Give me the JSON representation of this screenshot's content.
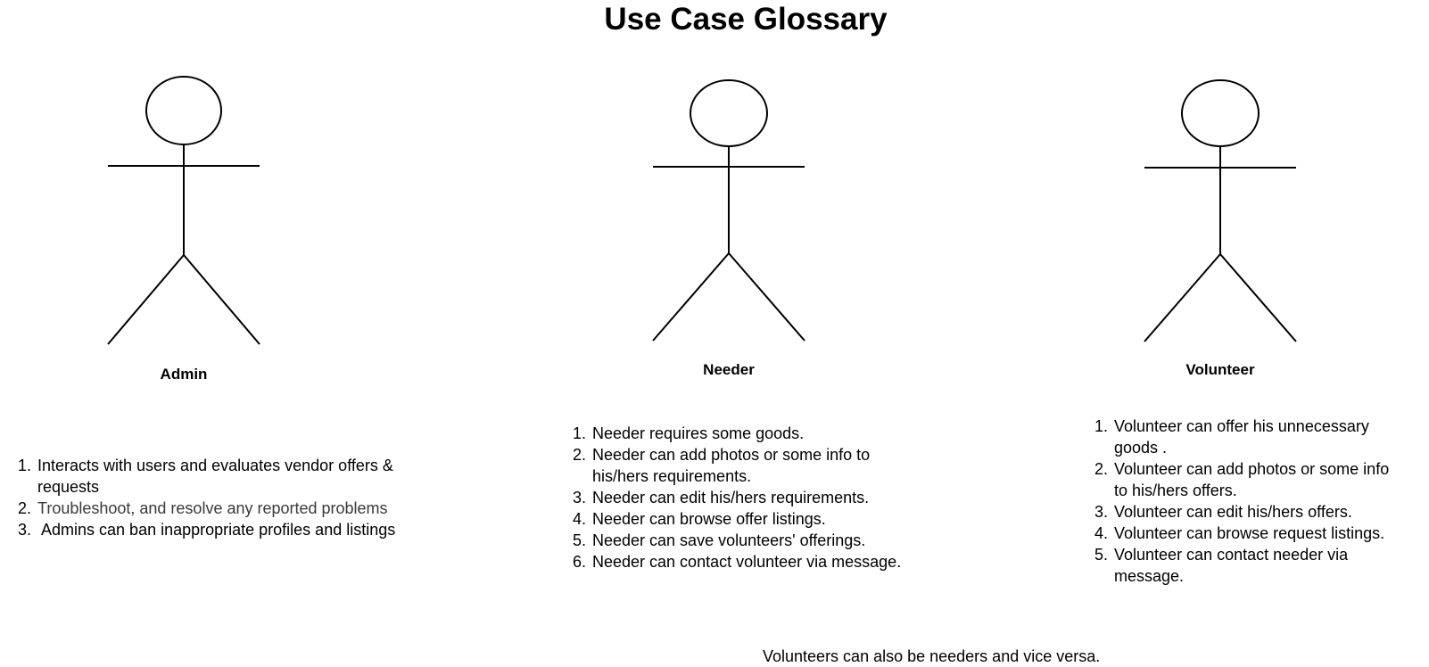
{
  "title": "Use Case Glossary",
  "actors": [
    {
      "name": "Admin",
      "items": [
        {
          "num": "1.",
          "lines": [
            "Interacts with users and evaluates vendor offers &",
            "requests"
          ]
        },
        {
          "num": "2.",
          "lines": [
            "Troubleshoot, and resolve any reported problems"
          ]
        },
        {
          "num": "3.",
          "lines": [
            " Admins can ban inappropriate profiles and listings"
          ]
        }
      ]
    },
    {
      "name": "Needer",
      "items": [
        {
          "num": "1.",
          "lines": [
            "Needer requires some goods."
          ]
        },
        {
          "num": "2.",
          "lines": [
            "Needer can add photos or some info to",
            "his/hers requirements."
          ]
        },
        {
          "num": "3.",
          "lines": [
            "Needer can edit his/hers requirements."
          ]
        },
        {
          "num": "4.",
          "lines": [
            "Needer can browse offer listings."
          ]
        },
        {
          "num": "5.",
          "lines": [
            "Needer can save volunteers' offerings."
          ]
        },
        {
          "num": "6.",
          "lines": [
            "Needer can contact volunteer via message."
          ]
        }
      ]
    },
    {
      "name": "Volunteer",
      "items": [
        {
          "num": "1.",
          "lines": [
            "Volunteer can offer his unnecessary",
            "goods ."
          ]
        },
        {
          "num": "2.",
          "lines": [
            "Volunteer can add photos or some info",
            "to his/hers offers."
          ]
        },
        {
          "num": "3.",
          "lines": [
            "Volunteer can edit his/hers offers."
          ]
        },
        {
          "num": "4.",
          "lines": [
            "Volunteer can browse request listings."
          ]
        },
        {
          "num": "5.",
          "lines": [
            "Volunteer can contact needer via",
            "message."
          ]
        }
      ]
    }
  ],
  "footnote": "Volunteers can also be needers and vice versa."
}
